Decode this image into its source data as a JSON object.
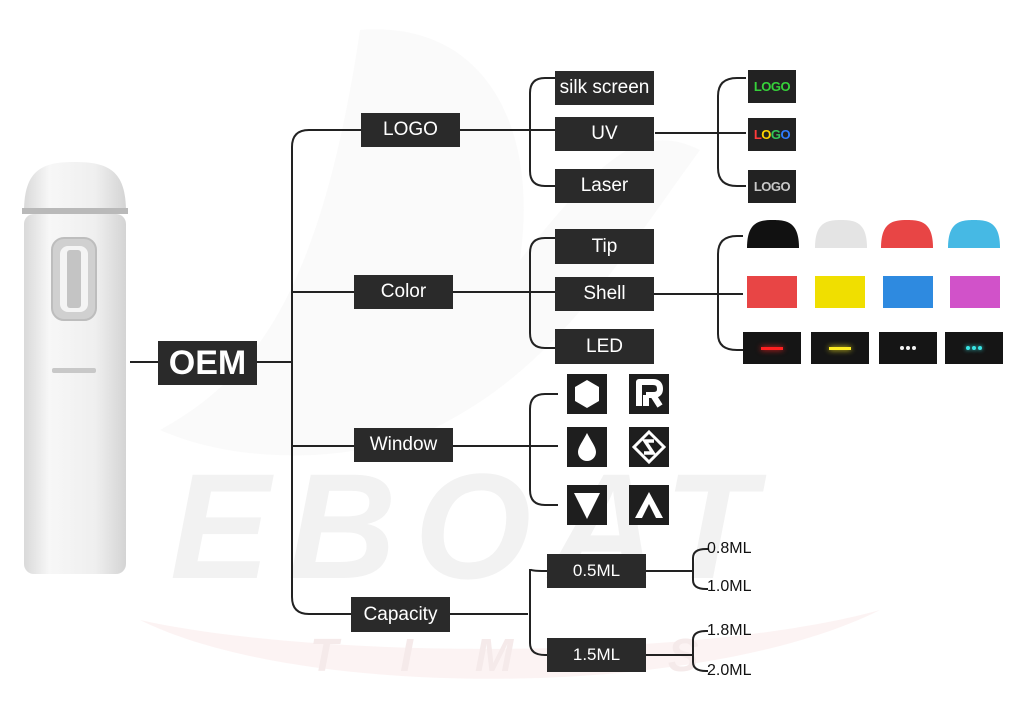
{
  "root": {
    "label": "OEM"
  },
  "categories": {
    "logo": {
      "label": "LOGO"
    },
    "color": {
      "label": "Color"
    },
    "window": {
      "label": "Window"
    },
    "capacity": {
      "label": "Capacity"
    }
  },
  "logo_methods": [
    "silk screen",
    "UV",
    "Laser"
  ],
  "logo_samples": {
    "text": "LOGO",
    "silk_color": "#36d13a",
    "uv_colors": [
      "#ff3b3b",
      "#ffd400",
      "#34c759",
      "#2f7bff"
    ],
    "laser_color": "#c8c8c8"
  },
  "color_parts": [
    "Tip",
    "Shell",
    "LED"
  ],
  "tip_colors": [
    "#111111",
    "#e4e4e4",
    "#e84545",
    "#46b9e4"
  ],
  "shell_colors": [
    "#e84545",
    "#f0df00",
    "#2e8ae0",
    "#d152c9"
  ],
  "led_colors": [
    "#ff2020",
    "#ffee22",
    "#f2f2f2",
    "#39e5e5"
  ],
  "window_icons": [
    "hexagon-icon",
    "r-letter-icon",
    "drop-icon",
    "s-diamond-icon",
    "triangle-down-icon",
    "a-letter-icon"
  ],
  "capacity": {
    "options": [
      {
        "label": "0.5ML",
        "subs": [
          "0.8ML",
          "1.0ML"
        ]
      },
      {
        "label": "1.5ML",
        "subs": [
          "1.8ML",
          "2.0ML"
        ]
      }
    ]
  },
  "watermark": {
    "word1": "EBOAT",
    "word2": "TIMES"
  }
}
